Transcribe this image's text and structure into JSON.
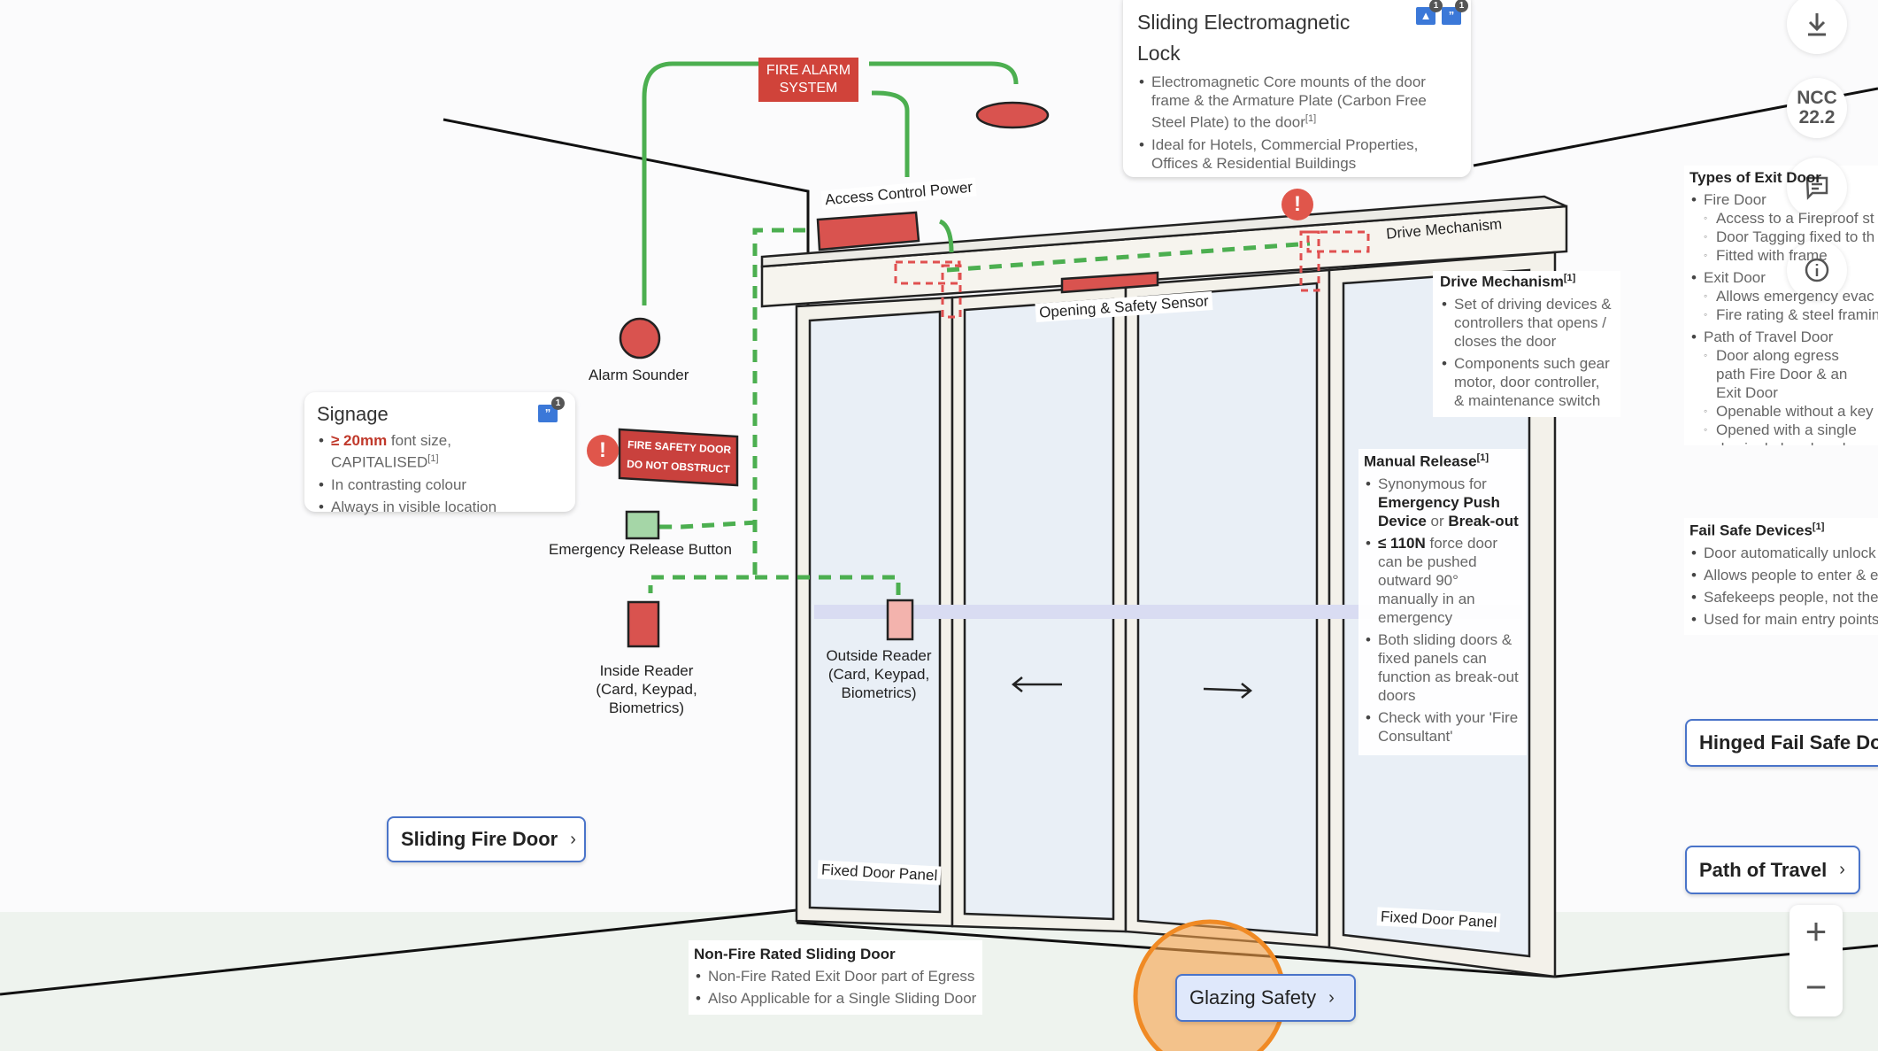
{
  "lock_card": {
    "title": "Sliding Electromagnetic Lock",
    "bullets": [
      "Electromagnetic Core mounts of the door frame & the Armature Plate (Carbon Free Steel Plate) to the door",
      "Ideal for Hotels, Commercial Properties, Offices & Residential Buildings"
    ],
    "ref": "[1]",
    "image_badge": "1",
    "quote_badge": "1"
  },
  "signage_card": {
    "title": "Signage",
    "b1_highlight": "≥ 20mm",
    "b1_rest": " font size, CAPITALISED",
    "ref": "[1]",
    "bullets": [
      "In contrasting colour",
      "Always in visible location"
    ],
    "quote_badge": "1"
  },
  "drive_card": {
    "title": "Drive Mechanism",
    "ref": "[1]",
    "bullets": [
      "Set of driving devices & controllers that opens / closes the door",
      "Components such gear motor, door controller, & maintenance switch"
    ]
  },
  "manual_card": {
    "title": "Manual Release",
    "ref": "[1]",
    "b1_pre": "Synonymous for ",
    "b1_bold1": "Emergency Push Device",
    "b1_mid": " or ",
    "b1_bold2": "Break-out",
    "b2_bold": "≤ 110N",
    "b2_rest": " force door can be pushed outward 90° manually in an emergency",
    "b3": "Both sliding doors & fixed panels can function as break-out doors",
    "b4": "Check with your 'Fire Consultant'"
  },
  "nonfire_card": {
    "title": "Non-Fire Rated Sliding Door",
    "bullets": [
      "Non-Fire Rated Exit Door part of Egress",
      "Also Applicable for a Single Sliding Door"
    ]
  },
  "types_card": {
    "title": "Types of Exit Door",
    "items": [
      {
        "label": "Fire Door",
        "subs": [
          "Access to a Fireproof st",
          "Door Tagging fixed to th",
          "Fitted with frame"
        ]
      },
      {
        "label": "Exit Door",
        "subs": [
          "Allows emergency evac",
          "Fire rating & steel framin"
        ]
      },
      {
        "label": "Path of Travel Door",
        "subs": [
          "Door along egress path Fire Door & an Exit Door",
          "Openable without a key",
          "Opened with a single do single hand push"
        ]
      }
    ]
  },
  "failsafe_card": {
    "title": "Fail Safe Devices",
    "ref": "[1]",
    "bullets": [
      "Door automatically unlock",
      "Allows people to enter & e",
      "Safekeeps people, not the",
      "Used for main entry points"
    ]
  },
  "diagram_labels": {
    "fire_alarm": "FIRE ALARM SYSTEM",
    "access_control": "Access Control Power",
    "drive": "Drive Mechanism",
    "sensor": "Opening & Safety Sensor",
    "alarm_sounder": "Alarm Sounder",
    "sign_line1": "FIRE SAFETY DOOR",
    "sign_line2": "DO NOT OBSTRUCT",
    "release_button": "Emergency Release Button",
    "inside_reader": "Inside Reader (Card, Keypad, Biometrics)",
    "outside_reader": "Outside Reader (Card, Keypad, Biometrics)",
    "fixed_left": "Fixed Door Panel",
    "fixed_right": "Fixed Door Panel"
  },
  "nav": {
    "sliding_fire_door": "Sliding Fire Door",
    "glazing_safety": "Glazing Safety",
    "hinged": "Hinged Fail Safe Door",
    "path_of_travel": "Path of Travel",
    "chevron": "›"
  },
  "toolbar": {
    "download_icon": "download-icon",
    "ncc": "NCC 22.2",
    "comment_icon": "comment-icon",
    "info_icon": "info-icon",
    "zoom_in": "+",
    "zoom_out": "−"
  },
  "alert_mark": "!",
  "colors": {
    "red": "#d0433a",
    "green": "#4caf50",
    "blue": "#4a74c9",
    "highlight": "#f7a24a"
  }
}
